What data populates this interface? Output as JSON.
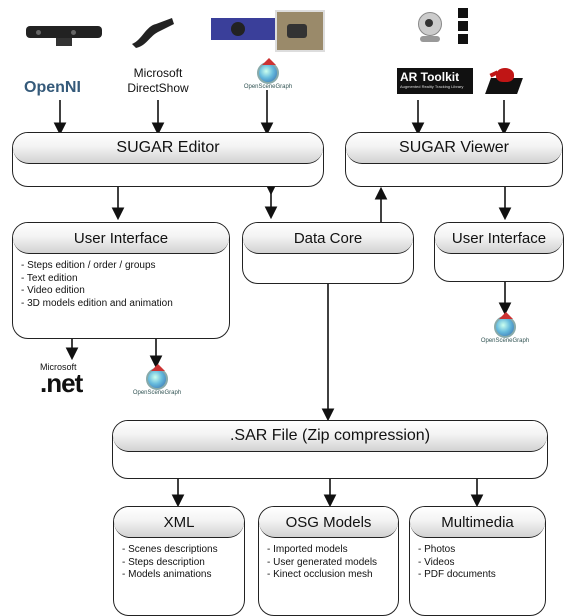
{
  "sources": {
    "openni_logo": "OpenNI",
    "directshow_label_line1": "Microsoft",
    "directshow_label_line2": "DirectShow",
    "osg_caption": "OpenSceneGraph",
    "artoolkit_logo": "AR Toolkit",
    "artoolkit_sub": "Augmented Reality Tracking Library"
  },
  "editor": {
    "title": "SUGAR Editor"
  },
  "viewer": {
    "title": "SUGAR Viewer"
  },
  "ui_left": {
    "title": "User Interface",
    "items": [
      "- Steps edition / order / groups",
      "- Text edition",
      "- Video edition",
      "- 3D models edition and animation"
    ]
  },
  "data_core": {
    "title": "Data Core"
  },
  "ui_right": {
    "title": "User Interface"
  },
  "bottom_logos": {
    "dotnet_small": "Microsoft",
    "dotnet_big": ".net",
    "osg_caption": "OpenSceneGraph"
  },
  "sar": {
    "title": ".SAR File (Zip compression)"
  },
  "xml": {
    "title": "XML",
    "items": [
      "- Scenes descriptions",
      "- Steps description",
      "- Models animations"
    ]
  },
  "osg_models": {
    "title": "OSG Models",
    "items": [
      "- Imported models",
      "- User generated models",
      "- Kinect occlusion mesh"
    ]
  },
  "multimedia": {
    "title": "Multimedia",
    "items": [
      "- Photos",
      "- Videos",
      "- PDF documents"
    ]
  }
}
